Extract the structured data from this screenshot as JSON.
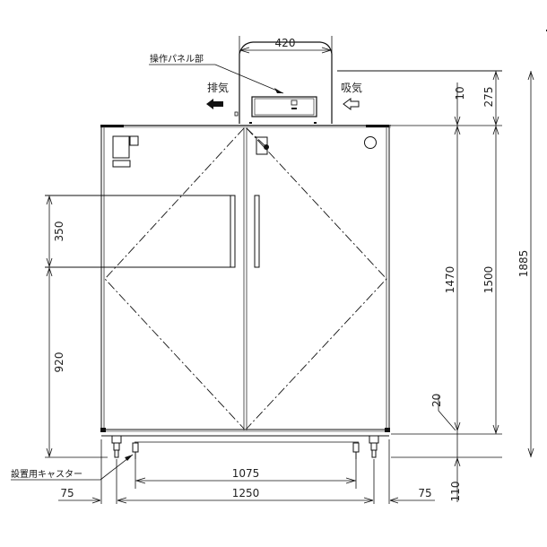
{
  "drawing": {
    "title": "Front elevation dimension drawing",
    "colors": {
      "line": "#111111",
      "frame": "#888888",
      "background": "#ffffff"
    }
  },
  "labels": {
    "control_panel": "操作パネル部",
    "exhaust": "排気",
    "intake": "吸気",
    "caster": "設置用キャスター"
  },
  "dimensions": {
    "top_unit_width": "420",
    "top_unit_height": "275",
    "gap_top": "10",
    "door_height": "1470",
    "body_height": "1500",
    "total_height": "1885",
    "bottom_gap": "20",
    "base_height": "110",
    "window_height": "350",
    "window_bottom_height": "920",
    "caster_inner_span": "1075",
    "body_width": "1250",
    "left_offset": "75",
    "right_offset": "75"
  },
  "icons": {
    "exhaust_arrow": "arrow-left-filled-icon",
    "intake_arrow": "arrow-left-outline-icon"
  }
}
